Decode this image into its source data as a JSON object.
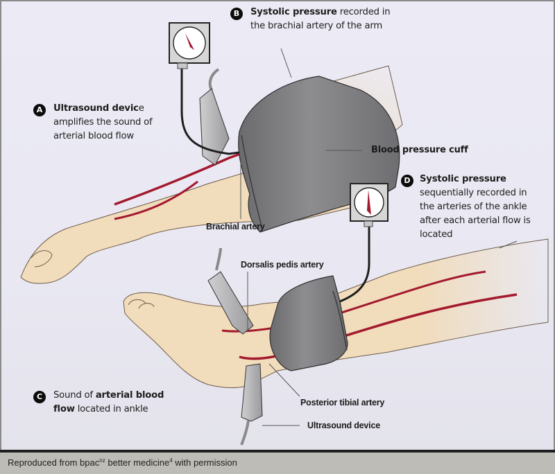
{
  "figure": {
    "callouts": [
      {
        "id": "A",
        "badge": "A",
        "bold": "Ultrasound devic",
        "rest_inline": "e",
        "lines": [
          "amplifies the sound of",
          "arterial blood flow"
        ]
      },
      {
        "id": "B",
        "badge": "B",
        "bold": "Systolic pressure",
        "rest_inline": " recorded in",
        "lines": [
          "the brachial artery of the arm"
        ]
      },
      {
        "id": "C",
        "badge": "C",
        "pre": "Sound of ",
        "bold": "arterial blood",
        "bold2": "flow",
        "rest2": " located in ankle"
      },
      {
        "id": "D",
        "badge": "D",
        "bold": "Systolic pressure",
        "lines": [
          "sequentially recorded in",
          "the arteries of the ankle",
          "after each arterial flow is",
          "located"
        ]
      }
    ],
    "labels": {
      "cuff": "Blood pressure cuff",
      "brachial": "Brachial artery",
      "dorsalis": "Dorsalis pedis artery",
      "posterior": "Posterior tibial artery",
      "ultrasound": "Ultrasound device"
    },
    "colors": {
      "skin": "#f1dcbc",
      "skin_outline": "#6b5a48",
      "artery": "#a3192e",
      "cuff": "#7d7d80",
      "cuff_dark": "#555558",
      "gauge_box": "#d6d6d6",
      "gauge_needle": "#a3192e"
    }
  },
  "footer": {
    "text_a": "Reproduced from bpac",
    "sup_a": "nz",
    "text_b": " better medicine",
    "sup_b": "4",
    "text_c": " with permission"
  }
}
